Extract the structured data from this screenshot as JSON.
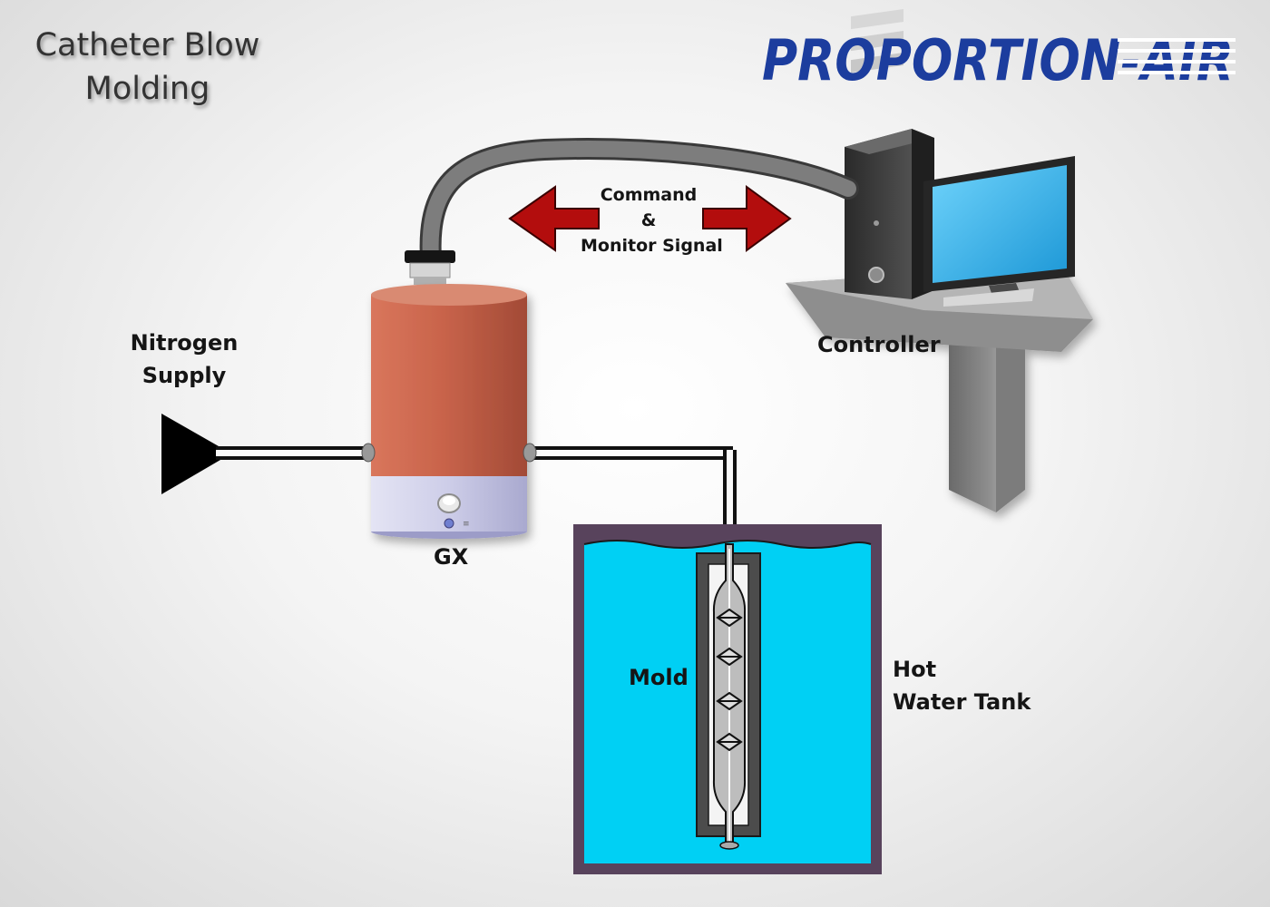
{
  "title": {
    "line1": "Catheter Blow",
    "line2": "Molding"
  },
  "logo": {
    "text": "PROPORTION-AIR",
    "color": "#1c3d9e"
  },
  "labels": {
    "nitrogen": [
      "Nitrogen",
      "Supply"
    ],
    "gx": "GX",
    "controller": "Controller",
    "signal": [
      "Command",
      "&",
      "Monitor Signal"
    ],
    "mold": "Mold",
    "tank": [
      "Hot",
      "Water Tank"
    ]
  },
  "colors": {
    "gx_body": "#c8634a",
    "gx_base": "#c9c9e6",
    "water": "#00d0f4",
    "tank_frame": "#58435c",
    "arrow": "#b30d0d",
    "monitor_screen": "#2bb7ee",
    "cable": "#6c6c6c"
  }
}
